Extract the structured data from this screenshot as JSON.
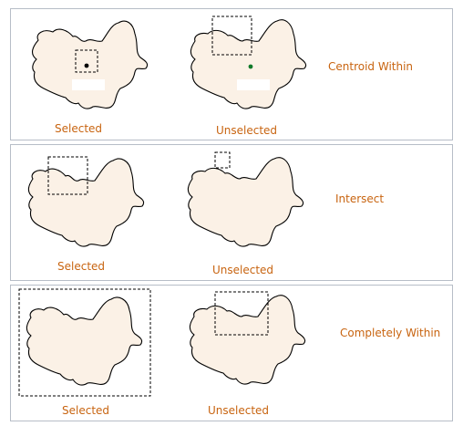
{
  "rows": [
    {
      "method": "Centroid Within",
      "left_label": "Selected",
      "right_label": "Unselected"
    },
    {
      "method": "Intersect",
      "left_label": "Selected",
      "right_label": "Unselected"
    },
    {
      "method": "Completely Within",
      "left_label": "Selected",
      "right_label": "Unselected"
    }
  ],
  "colors": {
    "label": "#c86410",
    "polygon_fill": "#fbf1e6",
    "centroid_selected": "#000000",
    "centroid_unselected": "#117a2a",
    "panel_border": "#b7bdc7"
  }
}
